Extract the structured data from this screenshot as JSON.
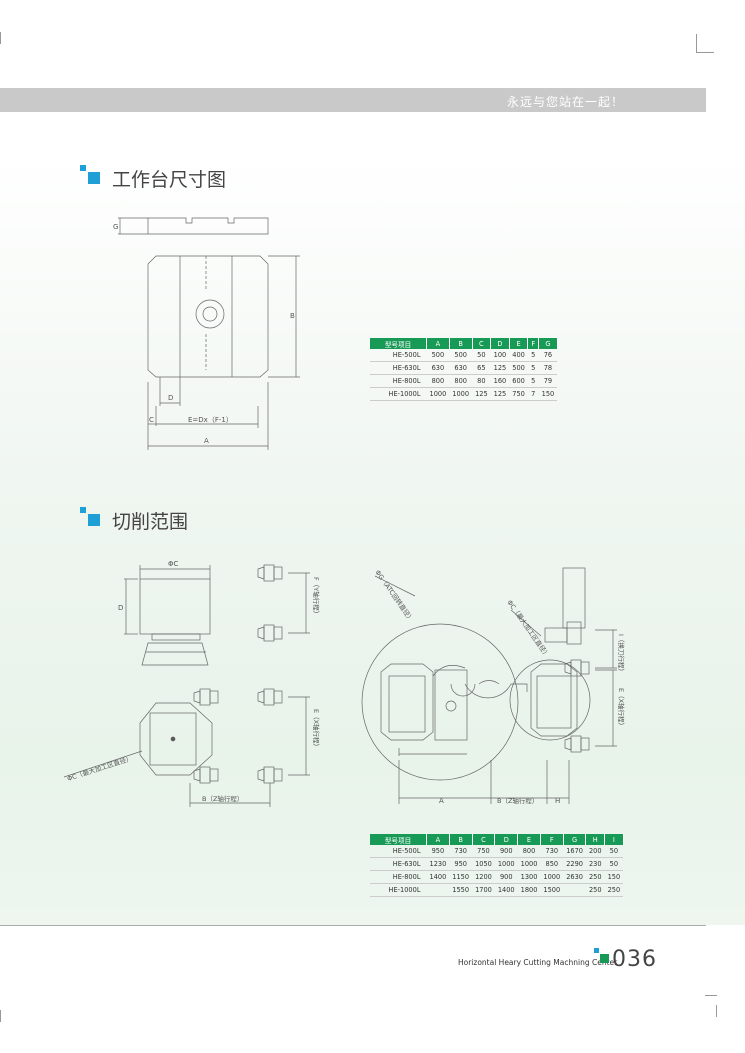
{
  "header": {
    "slogan": "永远与您站在一起！"
  },
  "section1": {
    "title": "工作台尺寸图",
    "drawing": {
      "g": "G",
      "b": "B",
      "d": "D",
      "c": "C",
      "e": "E=Dx（F-1）",
      "a": "A"
    },
    "table": {
      "headers": [
        "型号项目",
        "A",
        "B",
        "C",
        "D",
        "E",
        "F",
        "G"
      ],
      "rows": [
        [
          "HE-500L",
          "500",
          "500",
          "50",
          "100",
          "400",
          "5",
          "76"
        ],
        [
          "HE-630L",
          "630",
          "630",
          "65",
          "125",
          "500",
          "5",
          "78"
        ],
        [
          "HE-800L",
          "800",
          "800",
          "80",
          "160",
          "600",
          "5",
          "79"
        ],
        [
          "HE-1000L",
          "1000",
          "1000",
          "125",
          "125",
          "750",
          "7",
          "150"
        ]
      ]
    }
  },
  "section2": {
    "title": "切削范围",
    "drawing": {
      "phi_c": "ΦC",
      "d": "D",
      "f": "F（Y轴行程）",
      "e": "E（X轴行程）",
      "phi_c_max": "ΦC（最大加工区直径）",
      "b": "B（Z轴行程）",
      "phi_g": "ΦG（ATC回转直径）",
      "phi_c2": "ΦC（最大加工区直径）",
      "i": "I（换刀行程）",
      "e2": "E（X轴行程）",
      "a": "A",
      "b2": "B（Z轴行程）",
      "h": "H"
    },
    "table": {
      "headers": [
        "型号项目",
        "A",
        "B",
        "C",
        "D",
        "E",
        "F",
        "G",
        "H",
        "I"
      ],
      "rows": [
        [
          "HE-500L",
          "950",
          "730",
          "750",
          "900",
          "800",
          "730",
          "1670",
          "200",
          "50"
        ],
        [
          "HE-630L",
          "1230",
          "950",
          "1050",
          "1000",
          "1000",
          "850",
          "2290",
          "230",
          "50"
        ],
        [
          "HE-800L",
          "1400",
          "1150",
          "1200",
          "900",
          "1300",
          "1000",
          "2630",
          "250",
          "150"
        ],
        [
          "HE-1000L",
          "",
          "1550",
          "1700",
          "1400",
          "1800",
          "1500",
          "",
          "250",
          "250"
        ]
      ]
    }
  },
  "footer": {
    "text": "Horizontal Heary Cutting Machning Center",
    "page_number": "036"
  },
  "colors": {
    "accent_blue": "#1e9fd5",
    "table_green": "#189a57",
    "banner_gray": "#c9c9c9"
  }
}
